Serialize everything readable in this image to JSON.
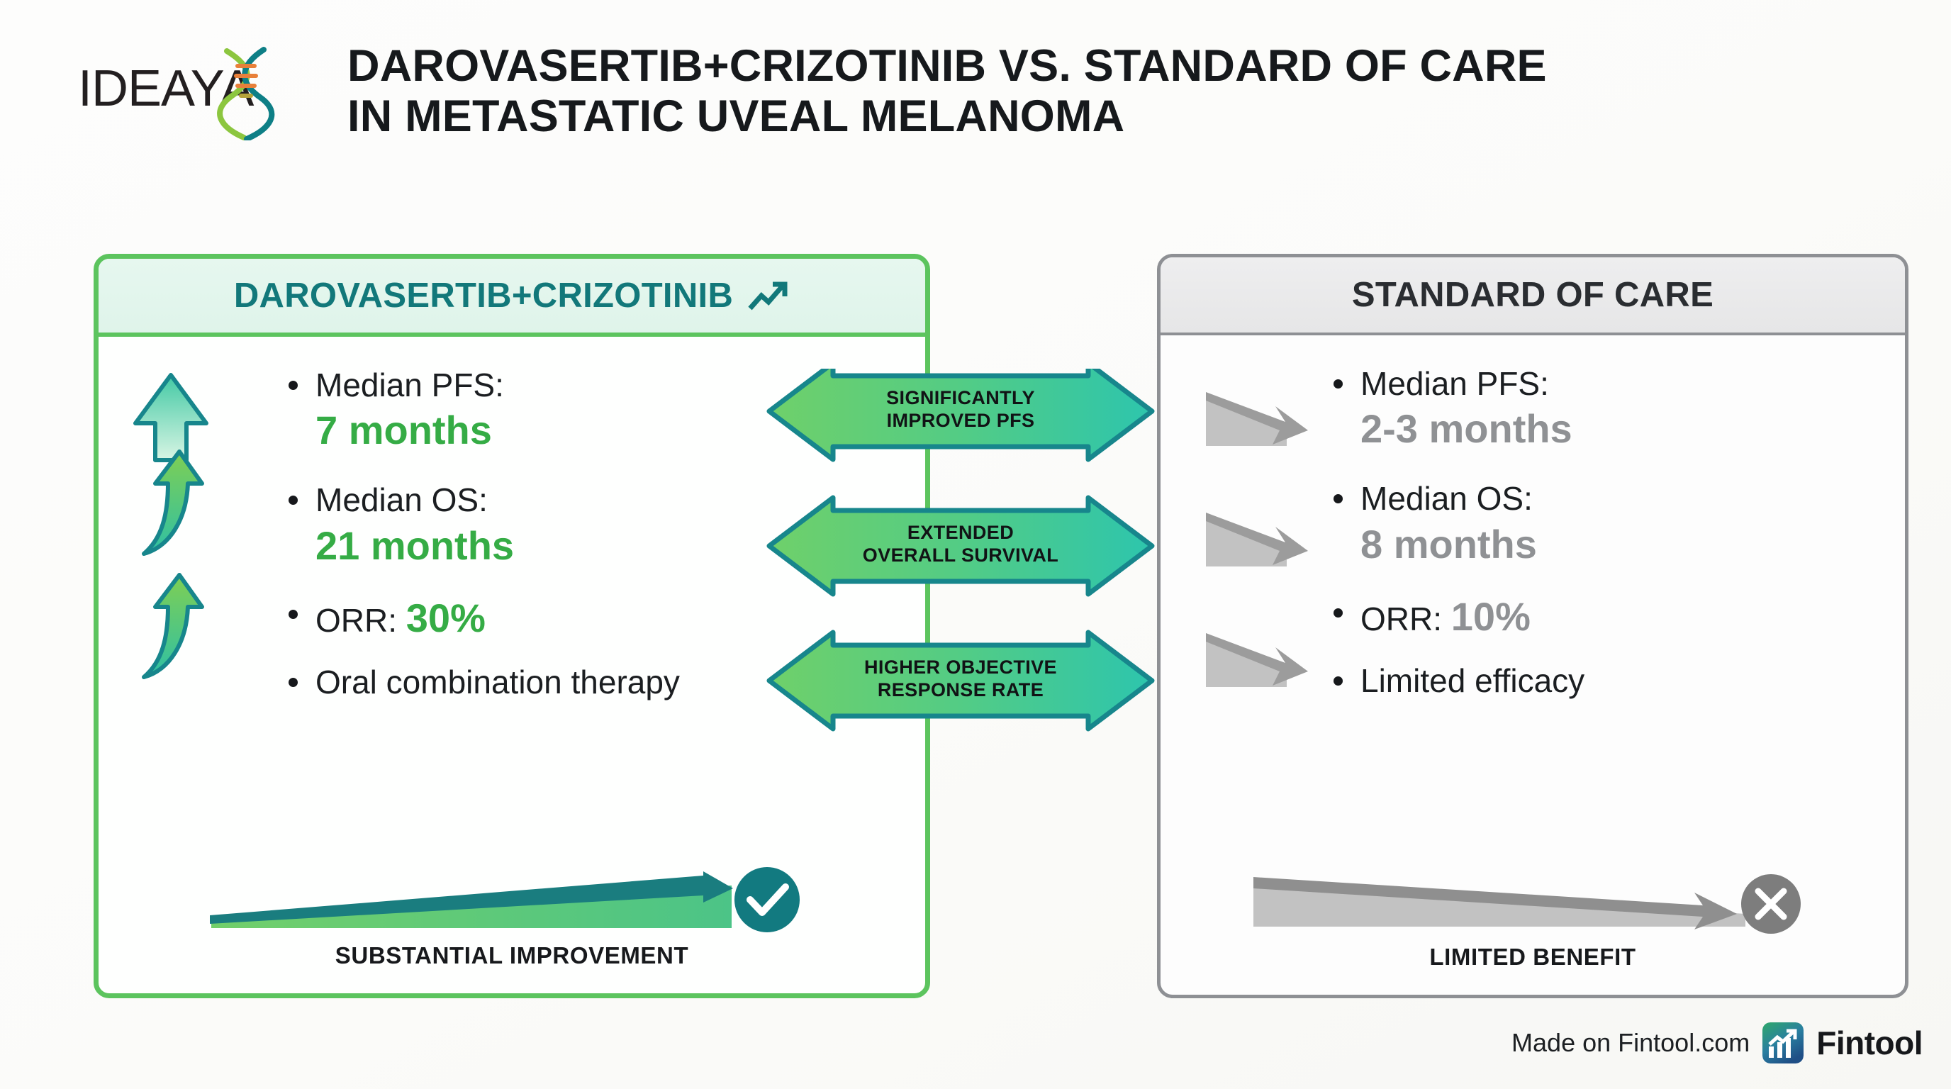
{
  "brand": {
    "logo_text": "IDEAYA",
    "logo_icon": "dna-helix-icon"
  },
  "header": {
    "title_line_1": "DAROVASERTIB+CRIZOTINIB VS. STANDARD OF CARE",
    "title_line_2": "IN METASTATIC UVEAL MELANOMA"
  },
  "left_panel": {
    "heading": "DAROVASERTIB+CRIZOTINIB",
    "heading_icon": "trending-up-icon",
    "bullets": [
      {
        "label": "Median PFS:",
        "value": "7 months"
      },
      {
        "label": "Median OS:",
        "value": "21 months"
      }
    ],
    "orr_label": "ORR:",
    "orr_value": "30%",
    "therapy_note": "Oral combination therapy",
    "footer_caption": "SUBSTANTIAL IMPROVEMENT",
    "footer_icon": "check-circle-icon",
    "footer_graphic": "rising-wedge-arrow",
    "arrows_icon": "three-rising-arrows-icon"
  },
  "right_panel": {
    "heading": "STANDARD OF CARE",
    "bullets": [
      {
        "label": "Median PFS:",
        "value": "2-3 months"
      },
      {
        "label": "Median OS:",
        "value": "8 months"
      }
    ],
    "orr_label": "ORR:",
    "orr_value": "10%",
    "efficacy_note": "Limited efficacy",
    "footer_caption": "LIMITED BENEFIT",
    "footer_icon": "x-circle-icon",
    "footer_graphic": "declining-wedge-arrow",
    "arrows_icon": "three-declining-arrows-icon"
  },
  "comparisons": [
    {
      "caption_line_1": "SIGNIFICANTLY",
      "caption_line_2": "IMPROVED PFS"
    },
    {
      "caption_line_1": "EXTENDED",
      "caption_line_2": "OVERALL SURVIVAL"
    },
    {
      "caption_line_1": "HIGHER OBJECTIVE",
      "caption_line_2": "RESPONSE RATE"
    }
  ],
  "attribution": {
    "made_on": "Made on Fintool.com",
    "brand": "Fintool",
    "logo_icon": "fintool-chart-icon"
  },
  "colors": {
    "accent_green": "#35ac45",
    "panel_green_border": "#5cc45e",
    "teal": "#12787a",
    "grey_value": "#8f9194",
    "grey_border": "#8e9094",
    "arrow_teal_stroke": "#17868c"
  }
}
